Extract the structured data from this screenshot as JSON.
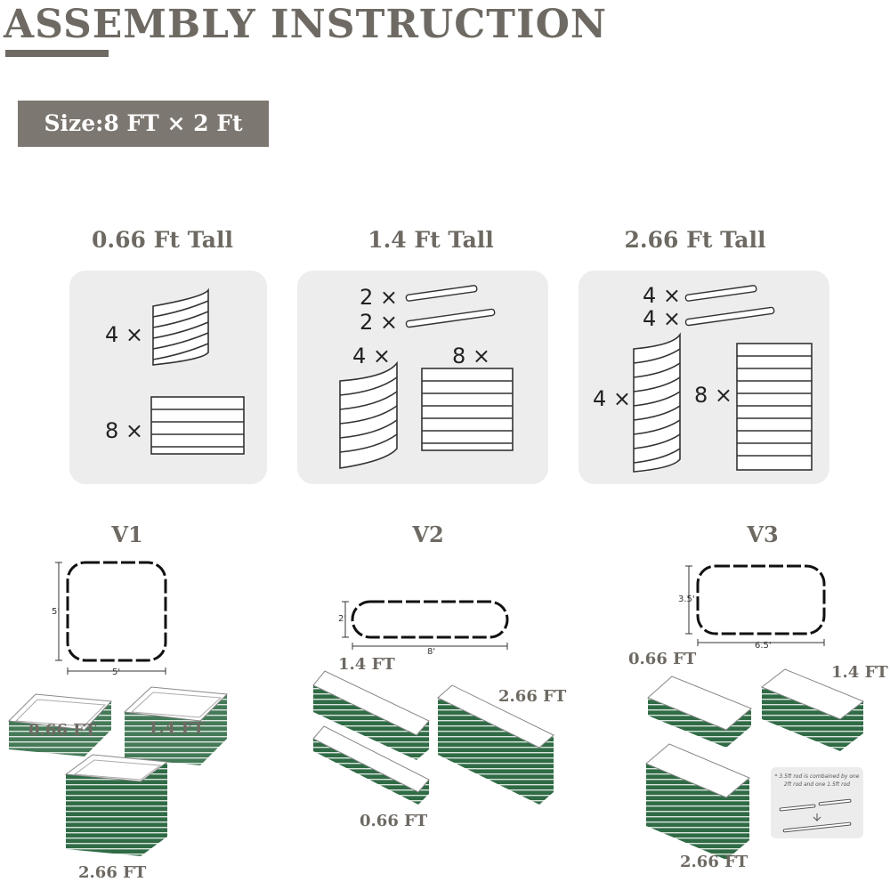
{
  "header": {
    "title": "ASSEMBLY INSTRUCTION",
    "size_label": "Size:8 FT × 2 Ft"
  },
  "columns": [
    {
      "title": "0.66 Ft Tall",
      "qty_a": "4 ×",
      "qty_b": "8 ×"
    },
    {
      "title": "1.4 Ft Tall",
      "rod_qty_a": "2 ×",
      "rod_qty_b": "2 ×",
      "qty_a": "4 ×",
      "qty_b": "8 ×"
    },
    {
      "title": "2.66 Ft Tall",
      "rod_qty_a": "4 ×",
      "rod_qty_b": "4 ×",
      "qty_a": "4 ×",
      "qty_b": "8 ×"
    }
  ],
  "versions": [
    {
      "label": "V1",
      "dim_height": "5'",
      "dim_width": "5'",
      "heights": {
        "a": "0.66 FT",
        "b": "1.4 FT",
        "c": "2.66 FT"
      }
    },
    {
      "label": "V2",
      "dim_height": "2'",
      "dim_width": "8'",
      "heights": {
        "a": "1.4 FT",
        "b": "2.66 FT",
        "c": "0.66 FT"
      }
    },
    {
      "label": "V3",
      "dim_height": "3.5'",
      "dim_width": "6.5'",
      "heights": {
        "a": "0.66 FT",
        "b": "1.4 FT",
        "c": "2.66 FT"
      },
      "note": "* 3.5ft rod is combained by one 2ft rod and one 1.5ft rod"
    }
  ],
  "colors": {
    "text_gray": "#6e6a63",
    "badge_bg": "#7c7770",
    "panel_bg": "#ededed",
    "bed_green": "#2f6b45"
  }
}
